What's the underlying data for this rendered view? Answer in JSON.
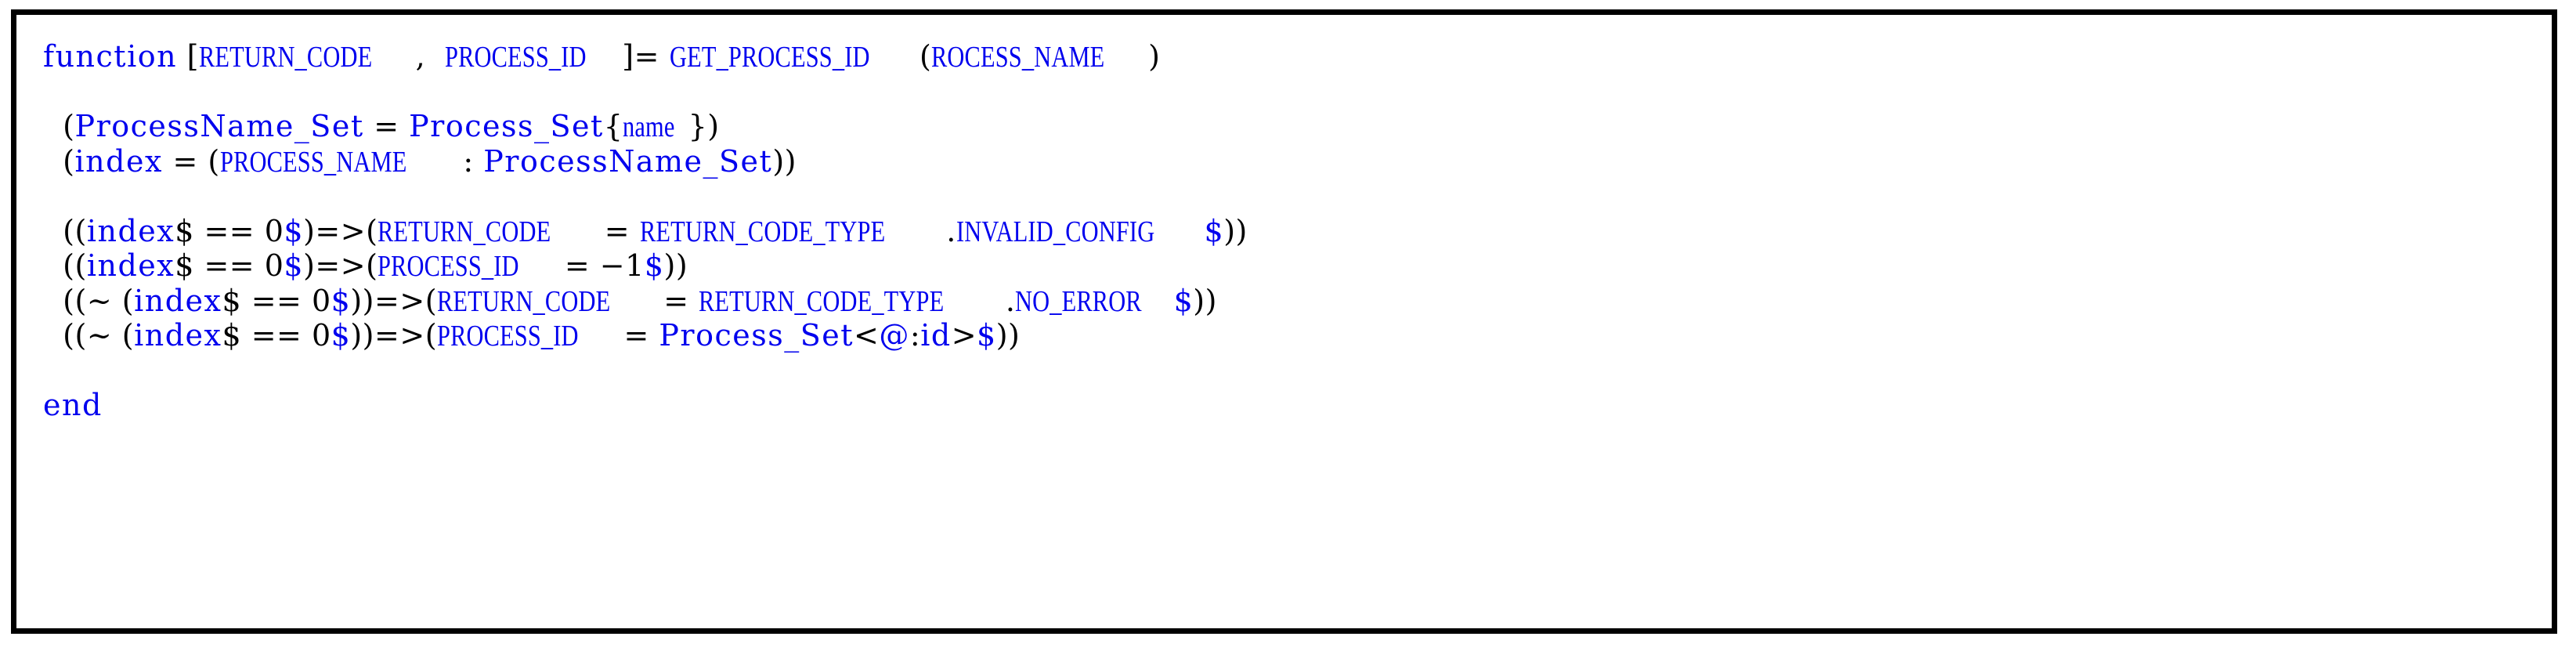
{
  "figure": {
    "kind": "code-listing",
    "language": "function-block-specification",
    "border_color": "#000000",
    "background_color": "#ffffff",
    "identifier_color": "#0000ee",
    "punctuation_color": "#000000"
  },
  "code": {
    "lines": [
      {
        "id": "line-1",
        "indent": 0,
        "text": "function [RETURN_CODE, PROCESS_ID]= GET_PROCESS_ID(ROCESS_NAME)",
        "tokens": [
          {
            "t": "function",
            "style": "mono",
            "color": "blue"
          },
          {
            "t": " ",
            "style": "punc",
            "color": "black"
          },
          {
            "t": "[",
            "style": "punc",
            "color": "black"
          },
          {
            "t": "RETURN_CODE",
            "style": "caps",
            "color": "blue"
          },
          {
            "t": ",",
            "style": "punc",
            "color": "black"
          },
          {
            "t": "  ",
            "style": "punc",
            "color": "black"
          },
          {
            "t": "PROCESS_ID",
            "style": "caps",
            "color": "blue"
          },
          {
            "t": "]",
            "style": "punc",
            "color": "black"
          },
          {
            "t": "=",
            "style": "punc",
            "color": "black"
          },
          {
            "t": " ",
            "style": "punc",
            "color": "black"
          },
          {
            "t": "GET_PROCESS_ID",
            "style": "caps",
            "color": "blue"
          },
          {
            "t": "(",
            "style": "punc",
            "color": "black"
          },
          {
            "t": "ROCESS_NAME",
            "style": "caps",
            "color": "blue"
          },
          {
            "t": ")",
            "style": "punc",
            "color": "black"
          }
        ]
      },
      {
        "id": "line-2",
        "blank": true,
        "text": ""
      },
      {
        "id": "line-3",
        "indent": 1,
        "text": "(ProcessName_Set = Process_Set{name})",
        "tokens": [
          {
            "t": "  ",
            "style": "punc",
            "color": "black"
          },
          {
            "t": "(",
            "style": "punc",
            "color": "black"
          },
          {
            "t": "ProcessName_Set",
            "style": "mono",
            "color": "blue"
          },
          {
            "t": " = ",
            "style": "punc",
            "color": "black"
          },
          {
            "t": "Process_Set",
            "style": "mono",
            "color": "blue"
          },
          {
            "t": "{",
            "style": "punc",
            "color": "black"
          },
          {
            "t": "name",
            "style": "caps",
            "color": "blue"
          },
          {
            "t": "}",
            "style": "punc",
            "color": "black"
          },
          {
            "t": ")",
            "style": "punc",
            "color": "black"
          }
        ]
      },
      {
        "id": "line-4",
        "indent": 1,
        "text": "(index = (PROCESS_NAME : ProcessName_Set))",
        "tokens": [
          {
            "t": "  ",
            "style": "punc",
            "color": "black"
          },
          {
            "t": "(",
            "style": "punc",
            "color": "black"
          },
          {
            "t": "index",
            "style": "mono",
            "color": "blue"
          },
          {
            "t": " = ",
            "style": "punc",
            "color": "black"
          },
          {
            "t": "(",
            "style": "punc",
            "color": "black"
          },
          {
            "t": "PROCESS_NAME",
            "style": "caps",
            "color": "blue"
          },
          {
            "t": " : ",
            "style": "punc",
            "color": "black"
          },
          {
            "t": "ProcessName_Set",
            "style": "mono",
            "color": "blue"
          },
          {
            "t": ")",
            "style": "punc",
            "color": "black"
          },
          {
            "t": ")",
            "style": "punc",
            "color": "black"
          }
        ]
      },
      {
        "id": "line-5",
        "blank": true,
        "text": ""
      },
      {
        "id": "line-6",
        "indent": 1,
        "text": "((index$ == 0$)=>(RETURN_CODE = RETURN_CODE_TYPE.INVALID_CONFIG$))",
        "tokens": [
          {
            "t": "  ",
            "style": "punc",
            "color": "black"
          },
          {
            "t": "((",
            "style": "punc",
            "color": "black"
          },
          {
            "t": "index",
            "style": "mono",
            "color": "blue"
          },
          {
            "t": "$",
            "style": "punc",
            "color": "black"
          },
          {
            "t": " == ",
            "style": "punc",
            "color": "black"
          },
          {
            "t": "0",
            "style": "punc",
            "color": "black"
          },
          {
            "t": "$",
            "style": "punc",
            "color": "blue"
          },
          {
            "t": ")=>(",
            "style": "punc",
            "color": "black"
          },
          {
            "t": "RETURN_CODE",
            "style": "caps",
            "color": "blue"
          },
          {
            "t": " = ",
            "style": "punc",
            "color": "black"
          },
          {
            "t": "RETURN_CODE_TYPE",
            "style": "caps",
            "color": "blue"
          },
          {
            "t": ".",
            "style": "punc",
            "color": "black"
          },
          {
            "t": "INVALID_CONFIG",
            "style": "caps",
            "color": "blue"
          },
          {
            "t": "$",
            "style": "punc",
            "color": "blue"
          },
          {
            "t": "))",
            "style": "punc",
            "color": "black"
          }
        ]
      },
      {
        "id": "line-7",
        "indent": 1,
        "text": "((index$ == 0$)=>(PROCESS_ID = -1$))",
        "tokens": [
          {
            "t": "  ",
            "style": "punc",
            "color": "black"
          },
          {
            "t": "((",
            "style": "punc",
            "color": "black"
          },
          {
            "t": "index",
            "style": "mono",
            "color": "blue"
          },
          {
            "t": "$",
            "style": "punc",
            "color": "black"
          },
          {
            "t": " == ",
            "style": "punc",
            "color": "black"
          },
          {
            "t": "0",
            "style": "punc",
            "color": "black"
          },
          {
            "t": "$",
            "style": "punc",
            "color": "blue"
          },
          {
            "t": ")=>(",
            "style": "punc",
            "color": "black"
          },
          {
            "t": "PROCESS_ID",
            "style": "caps",
            "color": "blue"
          },
          {
            "t": " = ",
            "style": "punc",
            "color": "black"
          },
          {
            "t": "−1",
            "style": "punc",
            "color": "black"
          },
          {
            "t": "$",
            "style": "punc",
            "color": "blue"
          },
          {
            "t": "))",
            "style": "punc",
            "color": "black"
          }
        ]
      },
      {
        "id": "line-8",
        "indent": 1,
        "text": "((~ (index$ == 0$))=>(RETURN_CODE = RETURN_CODE_TYPE.NO_ERROR$))",
        "tokens": [
          {
            "t": "  ",
            "style": "punc",
            "color": "black"
          },
          {
            "t": "((~ (",
            "style": "punc",
            "color": "black"
          },
          {
            "t": "index",
            "style": "mono",
            "color": "blue"
          },
          {
            "t": "$",
            "style": "punc",
            "color": "black"
          },
          {
            "t": " == ",
            "style": "punc",
            "color": "black"
          },
          {
            "t": "0",
            "style": "punc",
            "color": "black"
          },
          {
            "t": "$",
            "style": "punc",
            "color": "blue"
          },
          {
            "t": "))=>(",
            "style": "punc",
            "color": "black"
          },
          {
            "t": "RETURN_CODE",
            "style": "caps",
            "color": "blue"
          },
          {
            "t": " = ",
            "style": "punc",
            "color": "black"
          },
          {
            "t": "RETURN_CODE_TYPE",
            "style": "caps",
            "color": "blue"
          },
          {
            "t": ".",
            "style": "punc",
            "color": "black"
          },
          {
            "t": "NO_ERROR",
            "style": "caps",
            "color": "blue"
          },
          {
            "t": "$",
            "style": "punc",
            "color": "blue"
          },
          {
            "t": "))",
            "style": "punc",
            "color": "black"
          }
        ]
      },
      {
        "id": "line-9",
        "indent": 1,
        "text": "((~ (index$ == 0$))=>(PROCESS_ID = Process_Set<@:id>$))",
        "tokens": [
          {
            "t": "  ",
            "style": "punc",
            "color": "black"
          },
          {
            "t": "((~ (",
            "style": "punc",
            "color": "black"
          },
          {
            "t": "index",
            "style": "mono",
            "color": "blue"
          },
          {
            "t": "$",
            "style": "punc",
            "color": "black"
          },
          {
            "t": " == ",
            "style": "punc",
            "color": "black"
          },
          {
            "t": "0",
            "style": "punc",
            "color": "black"
          },
          {
            "t": "$",
            "style": "punc",
            "color": "blue"
          },
          {
            "t": "))=>(",
            "style": "punc",
            "color": "black"
          },
          {
            "t": "PROCESS_ID",
            "style": "caps",
            "color": "blue"
          },
          {
            "t": " = ",
            "style": "punc",
            "color": "black"
          },
          {
            "t": "Process_Set",
            "style": "mono",
            "color": "blue"
          },
          {
            "t": "<",
            "style": "punc",
            "color": "black"
          },
          {
            "t": "@",
            "style": "mono",
            "color": "blue"
          },
          {
            "t": ":",
            "style": "punc",
            "color": "black"
          },
          {
            "t": "id",
            "style": "mono",
            "color": "blue"
          },
          {
            "t": ">",
            "style": "punc",
            "color": "black"
          },
          {
            "t": "$",
            "style": "punc",
            "color": "blue"
          },
          {
            "t": "))",
            "style": "punc",
            "color": "black"
          }
        ]
      },
      {
        "id": "line-10",
        "blank": true,
        "text": ""
      },
      {
        "id": "line-11",
        "indent": 0,
        "text": "end",
        "tokens": [
          {
            "t": "end",
            "style": "mono",
            "color": "blue"
          }
        ]
      }
    ]
  }
}
